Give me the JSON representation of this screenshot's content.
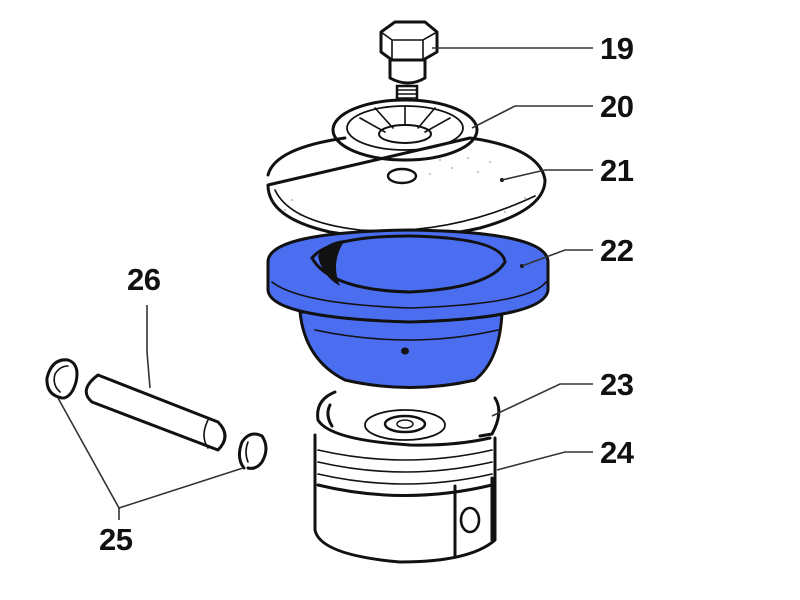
{
  "diagram": {
    "type": "exploded-parts-view",
    "subject": "piston assembly",
    "highlight_color": "#4b6ef0",
    "line_color": "#111111",
    "background": "#ffffff",
    "highlighted_part": "22"
  },
  "callouts": [
    {
      "id": "19",
      "label": "19",
      "part": "hex-bolt"
    },
    {
      "id": "20",
      "label": "20",
      "part": "spoked-washer"
    },
    {
      "id": "21",
      "label": "21",
      "part": "cover-plate"
    },
    {
      "id": "22",
      "label": "22",
      "part": "flanged-bowl-insert"
    },
    {
      "id": "23",
      "label": "23",
      "part": "split-ring"
    },
    {
      "id": "24",
      "label": "24",
      "part": "piston"
    },
    {
      "id": "25",
      "label": "25",
      "part": "circlips"
    },
    {
      "id": "26",
      "label": "26",
      "part": "piston-pin"
    }
  ]
}
